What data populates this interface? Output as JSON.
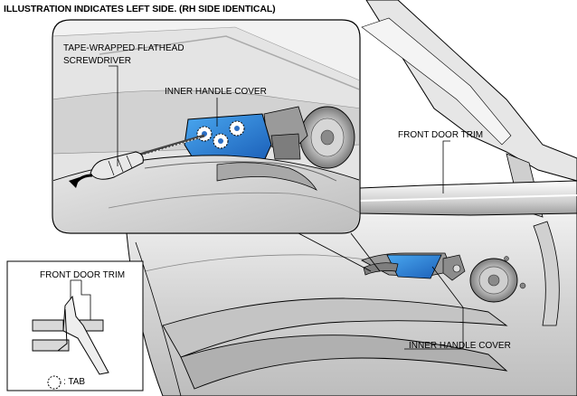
{
  "title": "ILLUSTRATION INDICATES LEFT SIDE. (RH SIDE IDENTICAL)",
  "callouts": {
    "tool_line1": "TAPE-WRAPPED FLATHEAD",
    "tool_line2": "SCREWDRIVER",
    "inner_handle_cover_detail": "INNER HANDLE COVER",
    "front_door_trim_main": "FRONT DOOR TRIM",
    "front_door_trim_inset": "FRONT DOOR TRIM",
    "inner_handle_cover_main": "INNER HANDLE COVER",
    "tab_legend": ": TAB"
  },
  "colors": {
    "line": "#000000",
    "panel_gray": "#d9d9d9",
    "panel_light": "#eeeeee",
    "panel_dark": "#a8a8a8",
    "highlight_blue": "#1f6fd1"
  },
  "icons": {
    "tab_marker": "dashed-circle-icon",
    "direction_arrow": "curved-arrow-icon"
  }
}
